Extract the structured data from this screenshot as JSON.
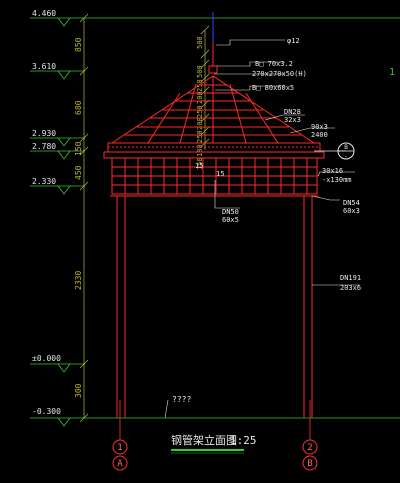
{
  "drawing": {
    "title": "钢管架立面图",
    "scale": "1:25",
    "note": "????",
    "edge_mark": "1"
  },
  "colors": {
    "background": "#000000",
    "structure": "#ff2a2a",
    "elevation": "#e8e8e8",
    "level_line": "#33cc33",
    "dimension": "#b8b832",
    "axis": "#ff3333",
    "centerline": "#3344ff",
    "label": "#e8e8e8",
    "title_underline": "#33cc33"
  },
  "elevations": [
    "4.460",
    "3.610",
    "2.930",
    "2.780",
    "2.330",
    "±0.000",
    "-0.300"
  ],
  "left_dimensions": [
    "850",
    "680",
    "150",
    "450",
    "2330",
    "300"
  ],
  "center_dimensions": [
    "500",
    "500",
    "250",
    "200",
    "250",
    "200",
    "250",
    "180",
    "150"
  ],
  "callouts": {
    "ball": "φ12",
    "b70": "B□ 70x3.2",
    "plate": "270x270x50(H)",
    "b80": "B□ 80x60x5",
    "dn28_a": "DN28",
    "dn28_b": "32x3",
    "p90_a": "90x3",
    "p90_b": "2400",
    "p30_a": "30x16",
    "p30_b": "-x130mm",
    "p15_a": "15",
    "p15_b": "15",
    "dn50_a": "DN50",
    "dn50_b": "60x5",
    "dn54_a": "DN54",
    "dn54_b": "60x3",
    "dn191_a": "DN191",
    "dn191_b": "203x6",
    "section_num": "B",
    "section_sub": "-"
  },
  "axes": [
    {
      "num": "1",
      "letter": "A"
    },
    {
      "num": "2",
      "letter": "B"
    }
  ]
}
